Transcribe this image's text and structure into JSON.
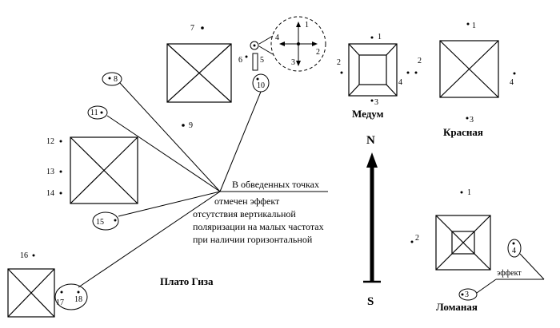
{
  "labels": {
    "medum": "Медум",
    "krasnaya": "Красная",
    "lomanaya": "Ломаная",
    "plato": "Плато Гиза",
    "north": "N",
    "south": "S",
    "effect": "эффект"
  },
  "note_lines": [
    "В обведенных точках",
    "отмечен эффект",
    "отсутствия вертикальной",
    "поляризации на малых частотах",
    "при наличии горизонтальной"
  ],
  "points": {
    "giza": [
      "1",
      "2",
      "3",
      "4",
      "5",
      "6",
      "7",
      "8",
      "9",
      "10",
      "11",
      "12",
      "13",
      "14",
      "15",
      "16",
      "17",
      "18"
    ],
    "medum": [
      "1",
      "2",
      "3",
      "4"
    ],
    "krasnaya": [
      "1",
      "2",
      "3",
      "4"
    ],
    "lomanaya": [
      "1",
      "2",
      "3",
      "4"
    ]
  }
}
